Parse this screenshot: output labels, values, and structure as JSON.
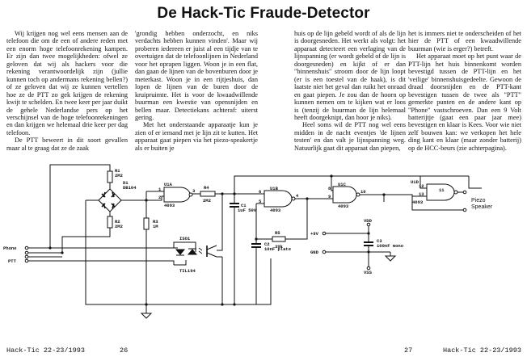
{
  "article": {
    "title": "De Hack-Tic Fraude-Detector",
    "columns": [
      {
        "paragraphs": [
          "Wij krijgen nog wel eens mensen aan de telefoon die om de een of andere reden met een enorm hoge telefoonrekening kampen. Er zijn dan twee mogelijkheden: ofwel ze geloven dat wij als hackers voor die rekening verantwoordelijk zijn (jullie kunnen toch op andermans rekening bellen?) of ze geloven dat wij ze kunnen vertellen hoe ze de PTT zo gek krijgen de rekening kwijt te schelden. En twee keer per jaar duikt de gehele Nederlandse pers op het verschijnsel van de hoge telefoonrekeningen en dan krijgen we helemaal drie keer per dag telefoon.",
          "De PTT beweert in dit soort gevallen maar al te graag dat ze de zaak"
        ]
      },
      {
        "paragraphs": [
          "'grondig hebben onderzocht, en niks verdachts hebben kunnen vinden'. Maar wij proberen iedereen er juist al een tijdje van te overtuigen dat de telefoonlijnen in Nederland voor het oprapen liggen. Woon je in een flat, dan gaan de lijnen van de bovenburen door je meterkast. Woon je in een rijtjeshuis, dan lopen de lijnen van de buren door de kruipruimte. Het is voor de kwaadwillende buurman een kwestie van opensnijden en bellen maar. Detectiekans achteraf: uiterst gering.",
          "Met het onderstaande apparaatje kun je zien of er iemand met je lijn zit te kutten. Het apparaat gaat piepen via het piezo-speakertje als er buiten je"
        ]
      },
      {
        "paragraphs": [
          "huis op de lijn gebeld wordt of als de lijn is doorgesneden. Het werkt als volgt: het apparaat detecteert een verlaging van de lijnspanning (er wordt gebeld of de lijn is doorgesneden) en kijkt of er dan \"binnenshuis\" stroom door de lijn loopt (er is een toestel van de haak), is dit laatste niet het geval dan ruikt het onraad en gaat piepen. Je zou dan de hoorn op kunnen nemen om te kijken wat er loos is (tenzij de buurman de lijn helemaal heeft doorgeknipt, dan hoor je niks).",
          "Heel soms wil de PTT nog wel eens midden in de nacht eventjes 'de lijnen testen' en dan valt je lijnspanning weg. Natuurlijk gaat dit apparaat dan piepen,"
        ]
      },
      {
        "paragraphs": [
          "het is immers niet te onderscheiden of het hier de PTT of een kwaadwillende buurman (wie is erger?) betreft.",
          "Het apparaat moet op het punt waar de PTT-lijn het huis binnenkomt worden bevestigd tussen de PTT-lijn en het 'veilige' binnenshuisgedeelte. Gewoon de draad doorsnijden en de PTT-kant bevestigen tussen de twee als \"PTT\" gemerkte punten en de andere kant op \"Phone\" vastschroeven. Dan een 9 Volt batterijtje (gaat een paar jaar mee) bevestigen en klaar is Kees. Voor wie niet zelf bouwen kan: we verkopen het hele ding kant en klaar (maar zonder batterij) op de HCC-beurs (zie achterpagina)."
        ]
      }
    ]
  },
  "schematic": {
    "connectors": {
      "phone": "Phone",
      "ptt": "PTT",
      "plus9v": "+9V",
      "gnd": "GND",
      "vdd": "VDD",
      "vss": "VSS"
    },
    "components": {
      "r1": {
        "name": "R1",
        "value": "2M2"
      },
      "r2": {
        "name": "R2",
        "value": "2M2"
      },
      "r3": {
        "name": "R3",
        "value": "1M"
      },
      "r4": {
        "name": "R4",
        "value": "2M2"
      },
      "r5": {
        "name": "R5",
        "value": "39k"
      },
      "d1": {
        "name": "D1",
        "value": "DB104"
      },
      "c1": {
        "name": "C1",
        "value": "1uF  50V"
      },
      "c2": {
        "name": "C2",
        "value": "10nF plate"
      },
      "c3": {
        "name": "C3",
        "value": "100nF mono"
      },
      "iso1": {
        "name": "ISO1",
        "value": "TIL194"
      },
      "u1a": {
        "name": "U1A",
        "value": "4093",
        "pins": [
          "1",
          "2",
          "3"
        ]
      },
      "u1b": {
        "name": "U1B",
        "value": "4093",
        "pins": [
          "6",
          "5",
          "4"
        ]
      },
      "u1c": {
        "name": "U1C",
        "value": "4093",
        "pins": [
          "8",
          "9",
          "10"
        ]
      },
      "u1d": {
        "name": "U1D",
        "value": "4093",
        "pins": [
          "12",
          "13",
          "11"
        ]
      },
      "speaker": {
        "line1": "Piezo",
        "line2": "Speaker"
      }
    }
  },
  "footer": {
    "left_publication": "Hack-Tic 22-23/1993",
    "left_page": "26",
    "right_page": "27",
    "right_publication": "Hack-Tic 22-23/1993"
  }
}
